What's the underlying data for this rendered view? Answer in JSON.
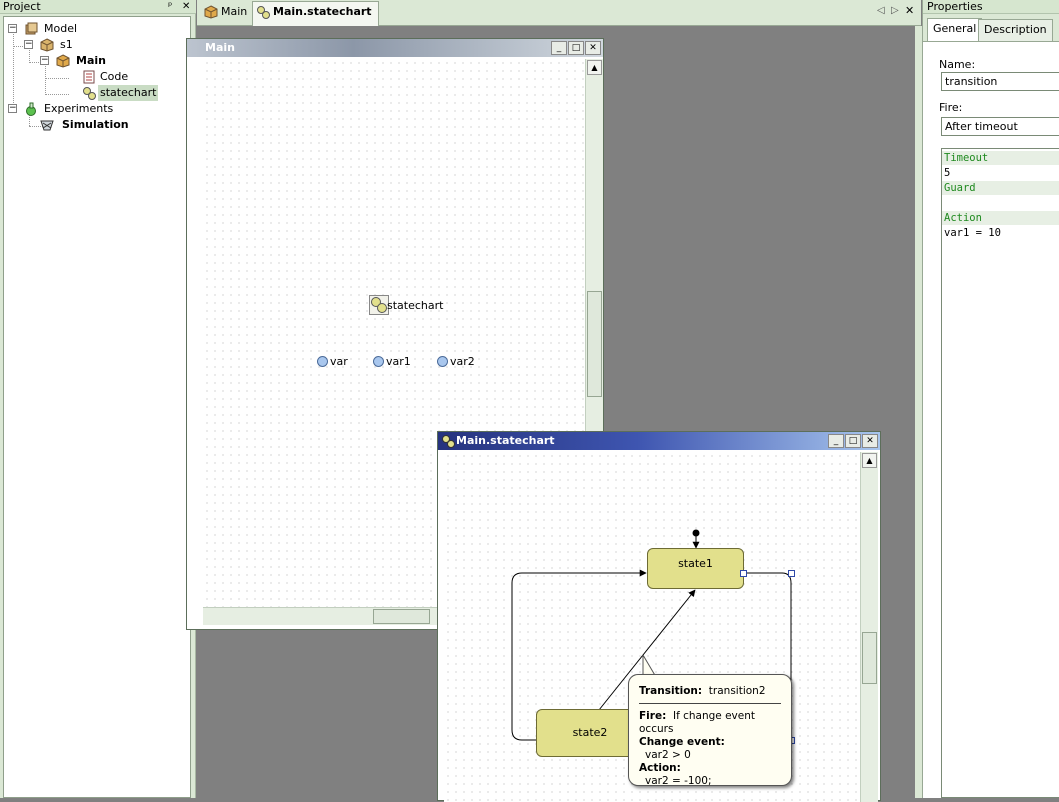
{
  "project_panel": {
    "title": "Project",
    "pin_glyph": "ᵖ",
    "close_glyph": "✕",
    "tree": [
      {
        "label": "Model",
        "icon": "model-icon"
      },
      {
        "label": "s1",
        "icon": "package-icon"
      },
      {
        "label": "Main",
        "icon": "active-object-icon"
      },
      {
        "label": "Code",
        "icon": "code-icon"
      },
      {
        "label": "statechart",
        "icon": "statechart-icon"
      },
      {
        "label": "Experiments",
        "icon": "experiments-icon"
      },
      {
        "label": "Simulation",
        "icon": "simulation-icon"
      }
    ]
  },
  "editor_tabs": [
    {
      "label": "Main",
      "icon": "active-object-icon"
    },
    {
      "label": "Main.statechart",
      "icon": "statechart-icon"
    }
  ],
  "editor_nav": {
    "prev": "◁",
    "next": "▷",
    "close": "✕"
  },
  "main_window": {
    "title": "Main",
    "statechart_label": "statechart",
    "variables": [
      "var",
      "var1",
      "var2"
    ]
  },
  "statechart_window": {
    "title": "Main.statechart",
    "states": [
      "state1",
      "state2"
    ],
    "tooltip": {
      "transition_key": "Transition:",
      "transition_value": "transition2",
      "fire_key": "Fire:",
      "fire_value": "If change event occurs",
      "change_event_key": "Change event:",
      "change_event_value": "var2 > 0",
      "action_key": "Action:",
      "action_value": "var2 = -100;"
    }
  },
  "window_buttons": {
    "minimize": "_",
    "maximize": "□",
    "close": "✕"
  },
  "properties_panel": {
    "title": "Properties",
    "tabs": [
      "General",
      "Description"
    ],
    "name_label": "Name:",
    "name_value": "transition",
    "fire_label": "Fire:",
    "fire_value": "After timeout",
    "timeout_label": "Timeout",
    "timeout_value": "5",
    "guard_label": "Guard",
    "action_label": "Action",
    "action_value": "var1 = 10"
  },
  "colors": {
    "panel_bg": "#dbe8d5",
    "title_gradient_start": "#26337e",
    "title_gradient_end": "#a8c6ee",
    "state_fill": "#e2e08c",
    "code_keyword": "#1f8a1f"
  }
}
